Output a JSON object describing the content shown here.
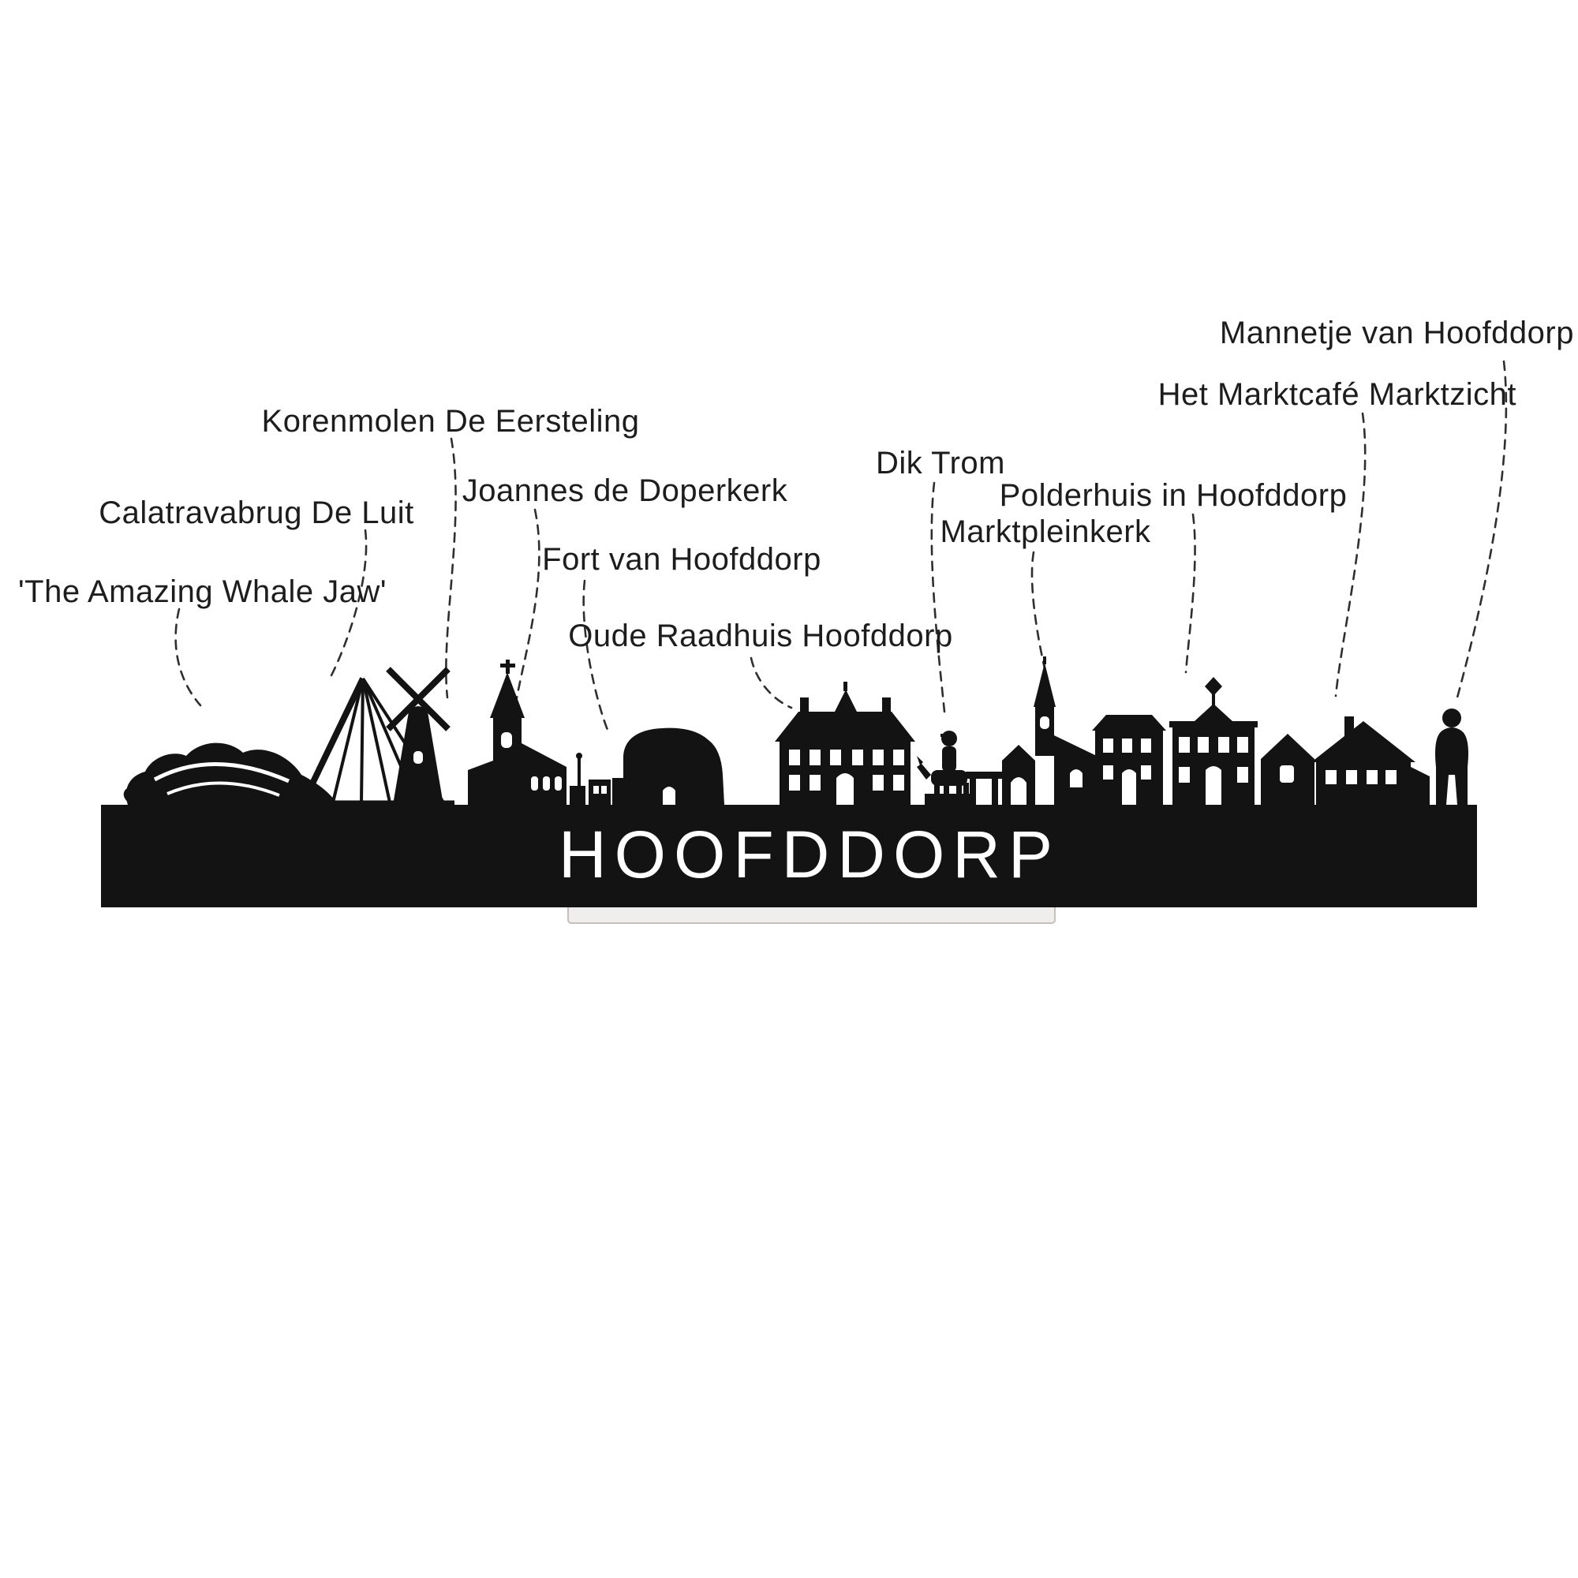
{
  "artwork": {
    "city": "HOOFDDORP"
  },
  "labels": [
    {
      "id": "whale-jaw",
      "text": "'The Amazing Whale Jaw'"
    },
    {
      "id": "calatravabrug",
      "text": "Calatravabrug De Luit"
    },
    {
      "id": "korenmolen",
      "text": "Korenmolen De Eersteling"
    },
    {
      "id": "joannes-kerk",
      "text": "Joannes de Doperkerk"
    },
    {
      "id": "fort",
      "text": "Fort van Hoofddorp"
    },
    {
      "id": "oude-raadhuis",
      "text": "Oude Raadhuis Hoofddorp"
    },
    {
      "id": "dik-trom",
      "text": "Dik Trom"
    },
    {
      "id": "marktpleinkerk",
      "text": "Marktpleinkerk"
    },
    {
      "id": "polderhuis",
      "text": "Polderhuis in Hoofddorp"
    },
    {
      "id": "marktcafe",
      "text": "Het Marktcafé Marktzicht"
    },
    {
      "id": "mannetje",
      "text": "Mannetje van Hoofddorp"
    }
  ],
  "colors": {
    "silhouette": "#131313",
    "leader": "#2f2f2f",
    "cutout": "#ffffff",
    "stand_fill": "#f0eeec",
    "stand_border": "#c4c0bc"
  }
}
